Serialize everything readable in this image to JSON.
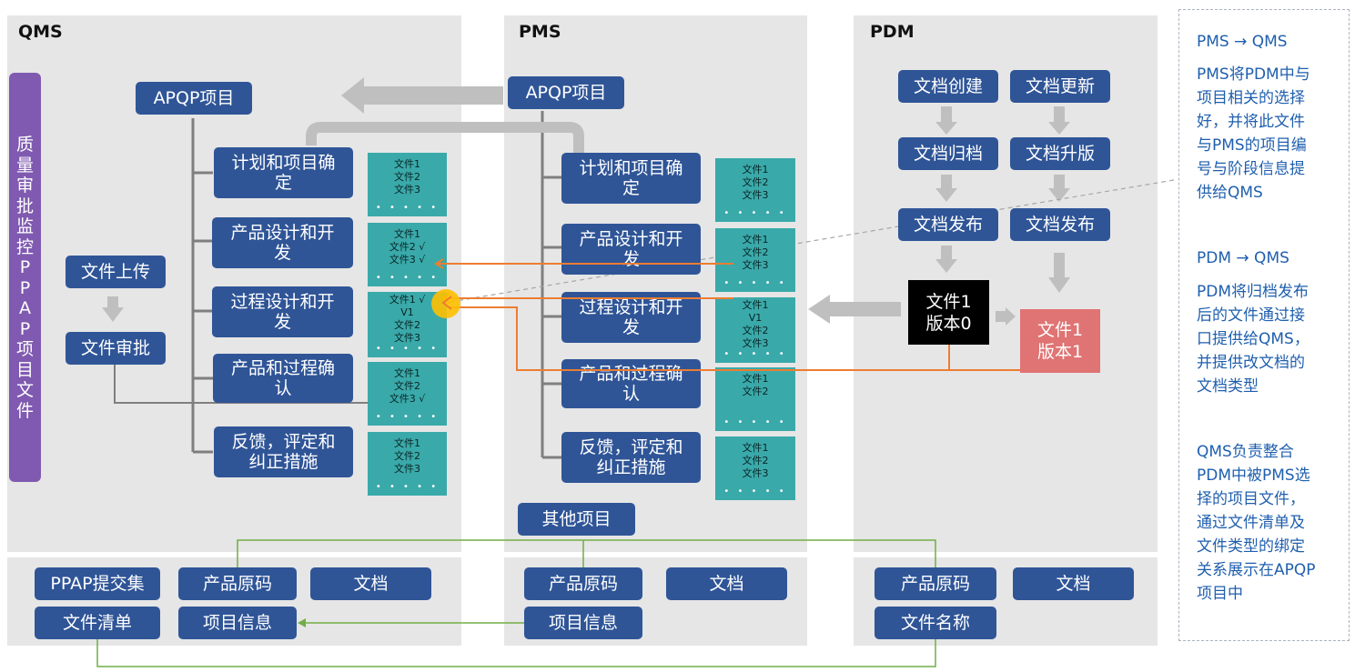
{
  "panels": {
    "qms": "QMS",
    "pms": "PMS",
    "pdm": "PDM"
  },
  "qms": {
    "vertical_chars": [
      "质",
      "量",
      "审",
      "批",
      "监",
      "控",
      "P",
      "P",
      "A",
      "P",
      "项",
      "目",
      "文",
      "件"
    ],
    "apqp": "APQP项目",
    "phases": [
      "计划和项目确\n定",
      "产品设计和开\n发",
      "过程设计和开\n发",
      "产品和过程确\n认",
      "反馈，评定和\n纠正措施"
    ],
    "upload": "文件上传",
    "approve": "文件审批",
    "docs": [
      [
        "文件1",
        "文件2",
        "文件3"
      ],
      [
        "文件1",
        "文件2 √",
        "文件3 √"
      ],
      [
        "文件1 √",
        "V1",
        "文件2",
        "文件3"
      ],
      [
        "文件1",
        "文件2",
        "文件3 √"
      ],
      [
        "文件1",
        "文件2",
        "文件3"
      ]
    ],
    "dots": "• • • • •",
    "bottom": {
      "ppap": "PPAP提交集",
      "code": "产品原码",
      "doc": "文档",
      "list": "文件清单",
      "info": "项目信息"
    }
  },
  "pms": {
    "apqp": "APQP项目",
    "phases": [
      "计划和项目确\n定",
      "产品设计和开\n发",
      "过程设计和开\n发",
      "产品和过程确\n认",
      "反馈，评定和\n纠正措施"
    ],
    "docs": [
      [
        "文件1",
        "文件2",
        "文件3"
      ],
      [
        "文件1",
        "文件2",
        "文件3"
      ],
      [
        "文件1",
        "V1",
        "文件2",
        "文件3"
      ],
      [
        "文件1",
        "文件2"
      ],
      [
        "文件1",
        "文件2",
        "文件3"
      ]
    ],
    "other": "其他项目",
    "bottom": {
      "code": "产品原码",
      "doc": "文档",
      "info": "项目信息"
    }
  },
  "pdm": {
    "create": "文档创建",
    "update": "文档更新",
    "archive": "文档归档",
    "upgrade": "文档升版",
    "release1": "文档发布",
    "release2": "文档发布",
    "file0": "文件1\n版本0",
    "file1": "文件1\n版本1",
    "bottom": {
      "code": "产品原码",
      "doc": "文档",
      "name": "文件名称"
    }
  },
  "notes": {
    "n1_title": "PMS → QMS",
    "n1_body": "PMS将PDM中与\n项目相关的选择\n好，并将此文件\n与PMS的项目编\n号与阶段信息提\n供给QMS",
    "n2_title": "PDM → QMS",
    "n2_body": "PDM将归档发布\n后的文件通过接\n口提供给QMS，\n并提供改文档的\n文档类型",
    "n3_body": "QMS负责整合\nPDM中被PMS选\n择的项目文件，\n通过文件清单及\n文件类型的绑定\n关系展示在APQP\n项目中"
  },
  "colors": {
    "box": "#2f5597",
    "doc": "#3aa9aa",
    "vertical": "#7f5ab0",
    "orange": "#ed7d31",
    "green": "#70ad47",
    "file1": "#e07373",
    "note": "#1f5fae"
  }
}
